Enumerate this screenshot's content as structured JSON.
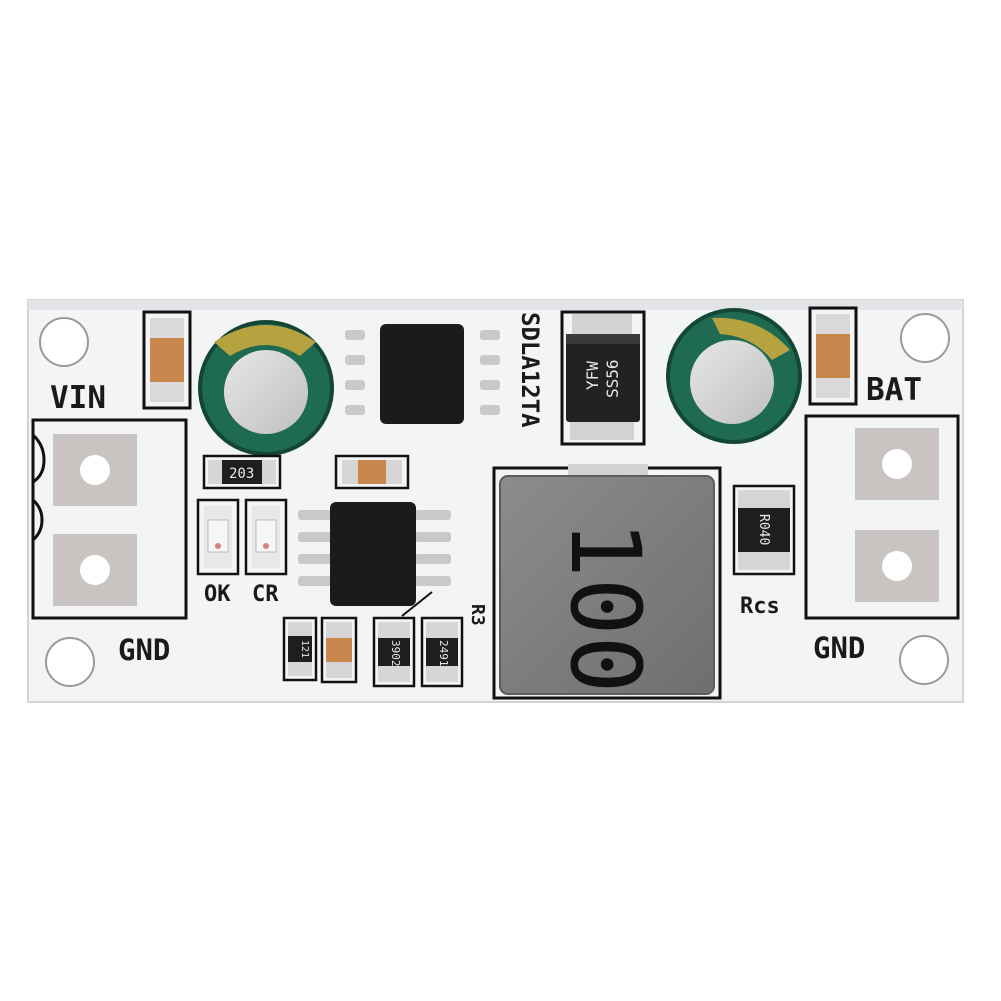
{
  "board": {
    "label_vin": "VIN",
    "label_gnd_left": "GND",
    "label_bat": "BAT",
    "label_gnd_right": "GND",
    "label_ok": "OK",
    "label_cr": "CR",
    "label_rcs": "Rcs",
    "label_r3": "R3",
    "board_id": "SDLA12TA",
    "inductor_marking": "100",
    "diode_marking_top": "YFW",
    "diode_marking_bottom": "SS56",
    "resistor_203": "203",
    "resistor_r040": "R040",
    "resistor_3902": "3902",
    "resistor_2491": "2491",
    "resistor_121": "121"
  },
  "colors": {
    "pcb": "#f3f4f6",
    "pad": "#c9c4c1",
    "capacitor_green": "#1f6b52",
    "chip": "#1b1b1b",
    "inductor": "#7d7d7d"
  }
}
